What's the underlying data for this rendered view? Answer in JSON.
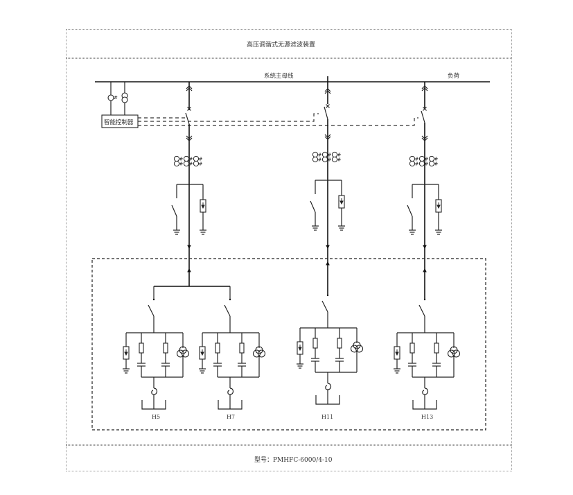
{
  "title": "高压调谐式无源滤波装置",
  "model_label": "型号：PMHFC-6000/4-10",
  "bus": {
    "label": "系统主母线",
    "load_label": "负荷"
  },
  "controller": {
    "label": "智能控制器"
  },
  "branches": [
    {
      "id": "H5",
      "label": "H5"
    },
    {
      "id": "H7",
      "label": "H7"
    },
    {
      "id": "H11",
      "label": "H11"
    },
    {
      "id": "H13",
      "label": "H13"
    }
  ],
  "symbols": {
    "current_transformer": "ct-icon",
    "voltage_transformer": "vt-icon",
    "disconnect_switch": "switch-icon",
    "surge_arrester": "arrester-icon",
    "ground": "ground-icon",
    "capacitor": "capacitor-icon",
    "fuse": "fuse-icon",
    "reactor": "reactor-icon",
    "plug_contact": "plug-contact-icon"
  },
  "colors": {
    "line": "#222222",
    "frame": "#9a9a9a",
    "text": "#333333"
  }
}
